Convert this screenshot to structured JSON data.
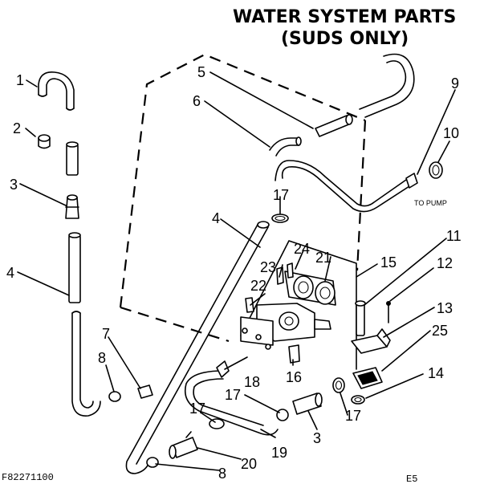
{
  "title": {
    "line1": "WATER SYSTEM PARTS",
    "line2": "(SUDS ONLY)"
  },
  "labels": {
    "p1": "1",
    "p2": "2",
    "p3": "3",
    "p3b": "3",
    "p4": "4",
    "p4b": "4",
    "p5": "5",
    "p6": "6",
    "p7": "7",
    "p8": "8",
    "p8b": "8",
    "p9": "9",
    "p10": "10",
    "p11": "11",
    "p12": "12",
    "p13": "13",
    "p14": "14",
    "p15": "15",
    "p16": "16",
    "p17a": "17",
    "p17b": "17",
    "p17c": "17",
    "p17d": "17",
    "p18": "18",
    "p19": "19",
    "p20": "20",
    "p21": "21",
    "p22": "22",
    "p23": "23",
    "p24": "24",
    "p25": "25"
  },
  "annotations": {
    "to_pump": "TO PUMP"
  },
  "footer": {
    "part_code": "F82271100",
    "sheet": "E5"
  }
}
